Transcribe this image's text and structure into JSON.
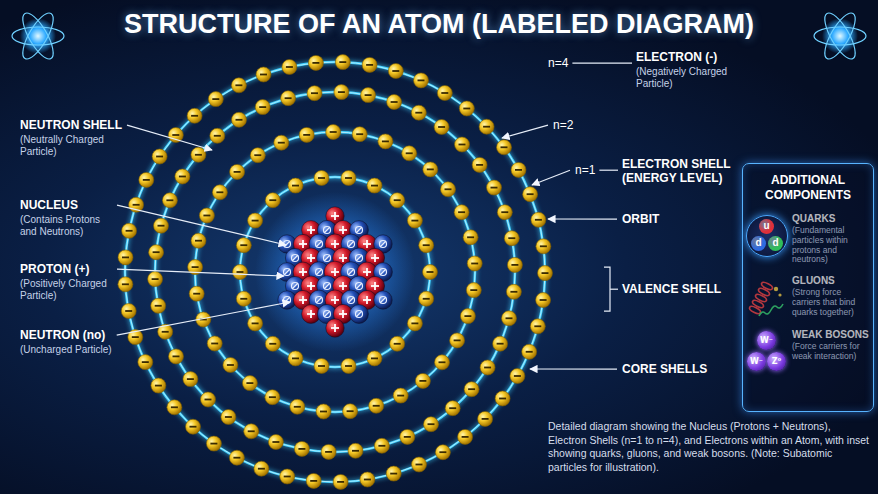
{
  "diagram": {
    "title": "STRUCTURE OF AN ATOM (LABELED DIAGRAM)",
    "caption": "Detailed diagram showing the Nucleus (Protons + Neutrons), Electron Shells (n=1 to n=4), and Electrons within an Atom, with inset showing quarks, gluons, and weak bosons. (Note: Subatomic particles for illustration).",
    "nodes": [
      {
        "text": [
          "ADDITIONAL COMPONENTS"
        ]
      },
      {
        "text": [
          "u",
          "d",
          "d"
        ],
        "in": 0
      },
      {
        "text": [
          "W⁻"
        ],
        "in": 0
      },
      {
        "text": [
          "W⁻"
        ],
        "in": 0
      },
      {
        "text": [
          "Z⁰"
        ],
        "in": 0
      }
    ],
    "labels": [
      "NEUTRON SHELL",
      "(Neutrally Charged Particle)",
      "NUCLEUS",
      "(Contains Protons and Neutrons)",
      "PROTON (+)",
      "(Positively Charged Particle)",
      "NEUTRON (no)",
      "(Uncharged Particle)",
      "n=4",
      "ELECTRON (-)",
      "(Negatively Charged Particle)",
      "n=2",
      "n=1",
      "ELECTRON SHELL (ENERGY LEVEL)",
      "ORBIT",
      "VALENCE SHELL",
      "CORE SHELLS",
      "QUARKS",
      "(Fundamental particles within protons and neutrons)",
      "GLUONS",
      "(Strong force carriers that bind quarks together)",
      "WEAK BOSONS",
      "(Force carriers for weak interaction)"
    ]
  }
}
